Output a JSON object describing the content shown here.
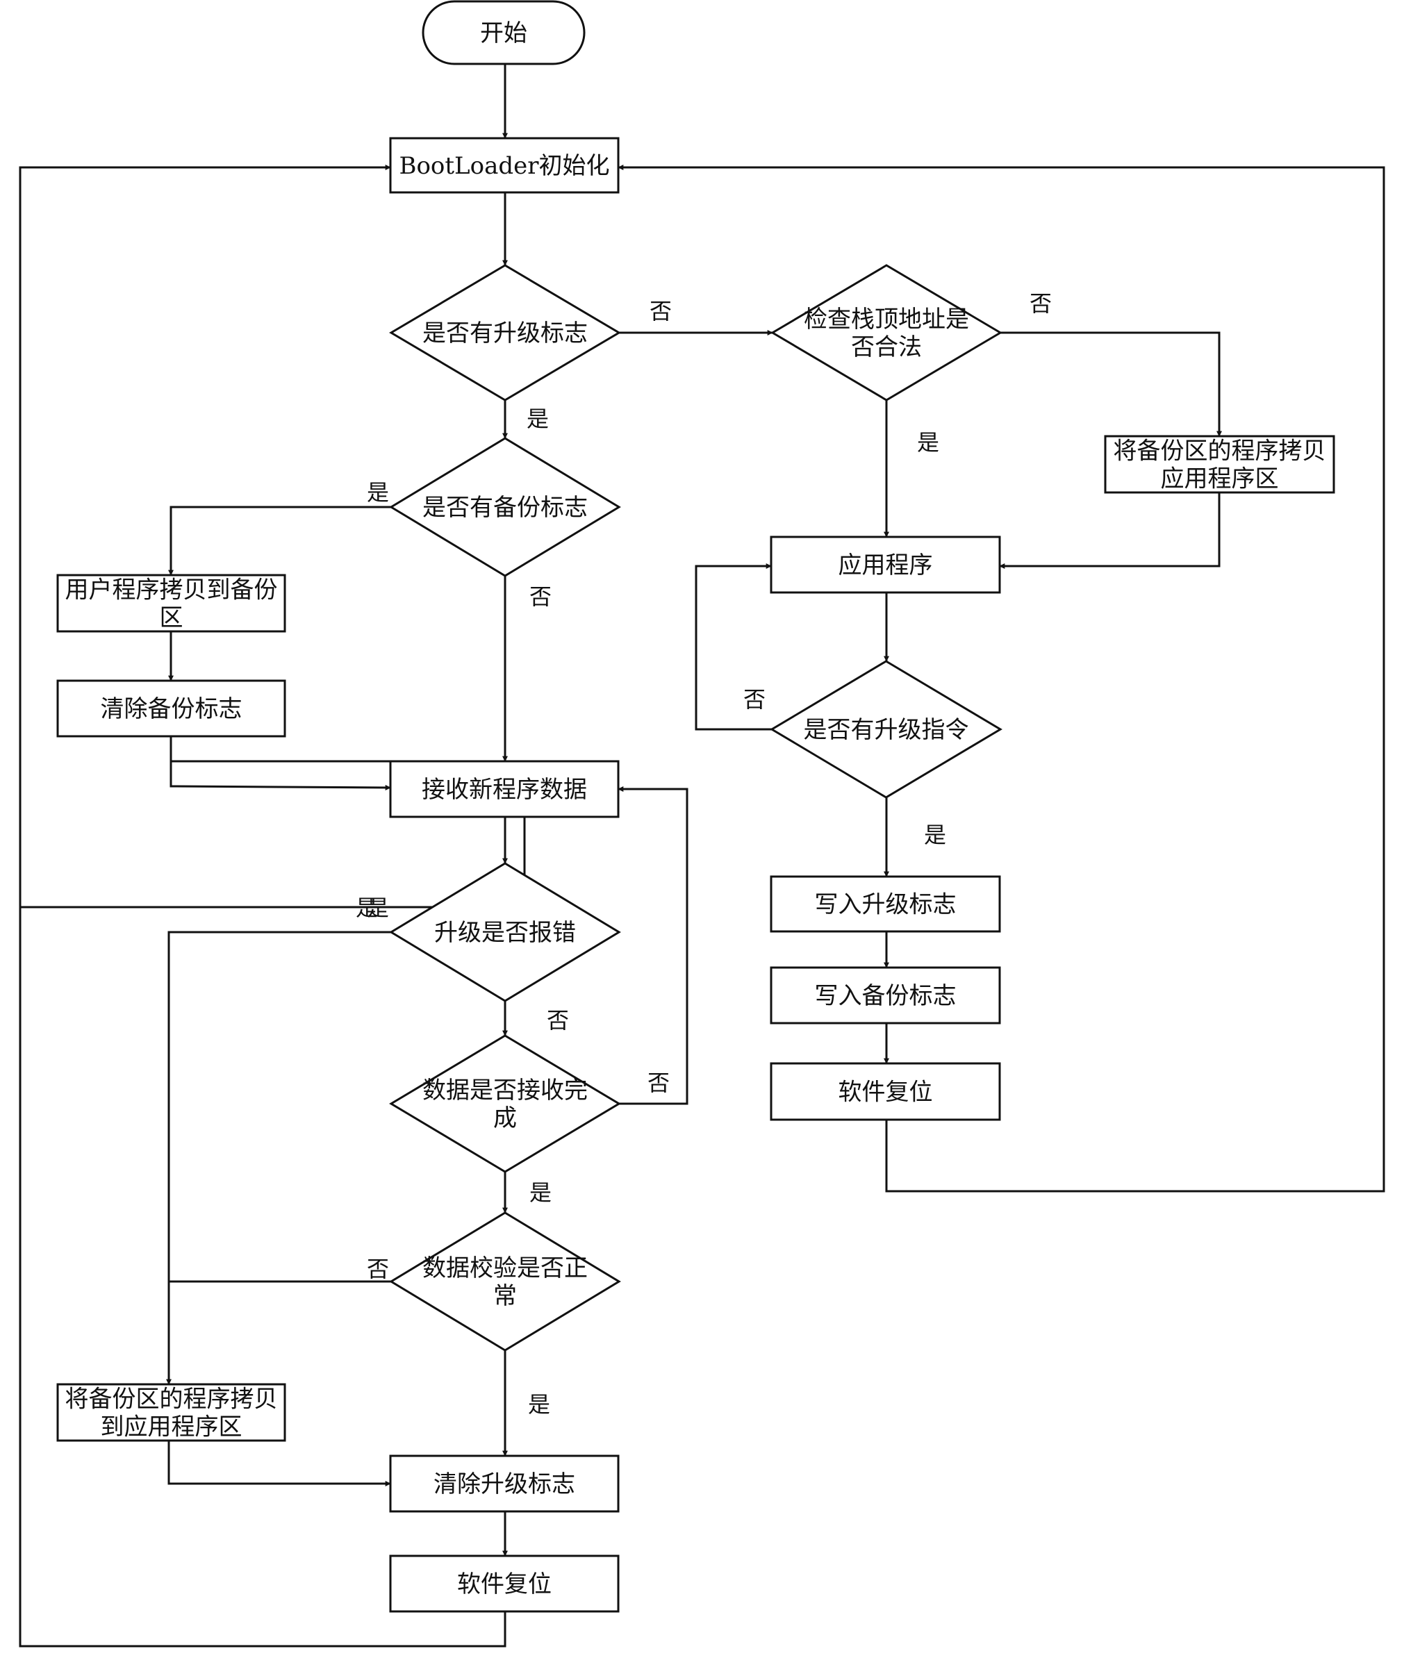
{
  "diagram": {
    "type": "flowchart",
    "nodes": {
      "start": {
        "shape": "terminal",
        "text": [
          "开始"
        ]
      },
      "bootloader_init": {
        "shape": "process",
        "text": [
          "BootLoader初始化"
        ]
      },
      "has_upgrade_flag": {
        "shape": "decision",
        "text": [
          "是否有升级标志"
        ]
      },
      "has_backup_flag": {
        "shape": "decision",
        "text": [
          "是否有备份标志"
        ]
      },
      "copy_user_to_backup": {
        "shape": "process",
        "text": [
          "用户程序拷贝到备份",
          "区"
        ]
      },
      "clear_backup_flag": {
        "shape": "process",
        "text": [
          "清除备份标志"
        ]
      },
      "receive_new_data": {
        "shape": "process",
        "text": [
          "接收新程序数据"
        ]
      },
      "upgrade_error": {
        "shape": "decision",
        "text": [
          "升级是否报错"
        ]
      },
      "data_complete": {
        "shape": "decision",
        "text": [
          "数据是否接收完",
          "成"
        ]
      },
      "data_verify": {
        "shape": "decision",
        "text": [
          "数据校验是否正",
          "常"
        ]
      },
      "restore_backup_left": {
        "shape": "process",
        "text": [
          "将备份区的程序拷贝",
          "到应用程序区"
        ]
      },
      "clear_upgrade_flag": {
        "shape": "process",
        "text": [
          "清除升级标志"
        ]
      },
      "soft_reset_left": {
        "shape": "process",
        "text": [
          "软件复位"
        ]
      },
      "check_stack_addr": {
        "shape": "decision",
        "text": [
          "检查栈顶地址是",
          "否合法"
        ]
      },
      "restore_backup_right": {
        "shape": "process",
        "text": [
          "将备份区的程序拷贝",
          "应用程序区"
        ]
      },
      "application": {
        "shape": "process",
        "text": [
          "应用程序"
        ]
      },
      "has_upgrade_cmd": {
        "shape": "decision",
        "text": [
          "是否有升级指令"
        ]
      },
      "write_upgrade_flag": {
        "shape": "process",
        "text": [
          "写入升级标志"
        ]
      },
      "write_backup_flag": {
        "shape": "process",
        "text": [
          "写入备份标志"
        ]
      },
      "soft_reset_right": {
        "shape": "process",
        "text": [
          "软件复位"
        ]
      }
    },
    "edges": [
      {
        "from": "start",
        "to": "bootloader_init",
        "label": ""
      },
      {
        "from": "bootloader_init",
        "to": "has_upgrade_flag",
        "label": ""
      },
      {
        "from": "has_upgrade_flag",
        "to": "has_backup_flag",
        "label": "是"
      },
      {
        "from": "has_upgrade_flag",
        "to": "check_stack_addr",
        "label": "否"
      },
      {
        "from": "has_backup_flag",
        "to": "copy_user_to_backup",
        "label": "是"
      },
      {
        "from": "has_backup_flag",
        "to": "receive_new_data",
        "label": "否"
      },
      {
        "from": "copy_user_to_backup",
        "to": "clear_backup_flag",
        "label": ""
      },
      {
        "from": "clear_backup_flag",
        "to": "receive_new_data",
        "label": ""
      },
      {
        "from": "receive_new_data",
        "to": "upgrade_error",
        "label": ""
      },
      {
        "from": "upgrade_error",
        "to": "restore_backup_left",
        "label": "是"
      },
      {
        "from": "upgrade_error",
        "to": "data_complete",
        "label": "否"
      },
      {
        "from": "data_complete",
        "to": "receive_new_data",
        "label": "否"
      },
      {
        "from": "data_complete",
        "to": "data_verify",
        "label": "是"
      },
      {
        "from": "data_verify",
        "to": "restore_backup_left",
        "label": "否"
      },
      {
        "from": "data_verify",
        "to": "clear_upgrade_flag",
        "label": "是"
      },
      {
        "from": "restore_backup_left",
        "to": "clear_upgrade_flag",
        "label": ""
      },
      {
        "from": "clear_upgrade_flag",
        "to": "soft_reset_left",
        "label": ""
      },
      {
        "from": "soft_reset_left",
        "to": "bootloader_init",
        "label": ""
      },
      {
        "from": "check_stack_addr",
        "to": "application",
        "label": "是"
      },
      {
        "from": "check_stack_addr",
        "to": "restore_backup_right",
        "label": "否"
      },
      {
        "from": "restore_backup_right",
        "to": "application",
        "label": ""
      },
      {
        "from": "application",
        "to": "has_upgrade_cmd",
        "label": ""
      },
      {
        "from": "has_upgrade_cmd",
        "to": "application",
        "label": "否"
      },
      {
        "from": "has_upgrade_cmd",
        "to": "write_upgrade_flag",
        "label": "是"
      },
      {
        "from": "write_upgrade_flag",
        "to": "write_backup_flag",
        "label": ""
      },
      {
        "from": "write_backup_flag",
        "to": "soft_reset_right",
        "label": ""
      },
      {
        "from": "soft_reset_right",
        "to": "bootloader_init",
        "label": ""
      }
    ],
    "colors": {
      "stroke": "#111111",
      "fill": "#ffffff",
      "background": "#ffffff"
    }
  }
}
